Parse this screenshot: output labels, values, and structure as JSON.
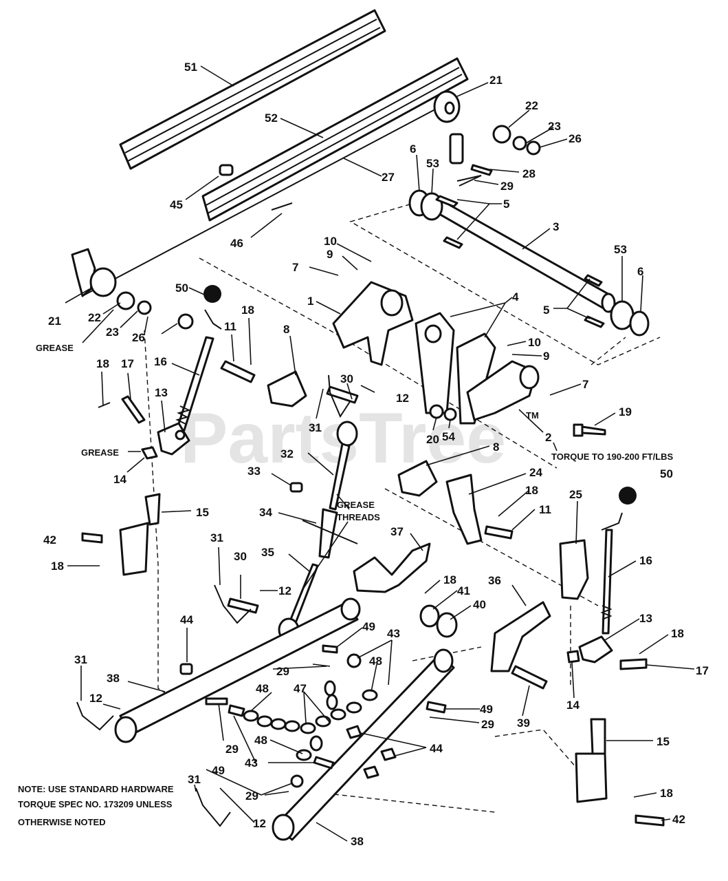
{
  "watermark": {
    "text": "PartsTree",
    "tm": "TM"
  },
  "callouts": {
    "c51": "51",
    "c52": "52",
    "c27": "27",
    "c45": "45",
    "c46": "46",
    "c21a": "21",
    "c22a": "22",
    "c23a": "23",
    "c26a": "26",
    "c28": "28",
    "c29a": "29",
    "c6a": "6",
    "c53a": "53",
    "c5a": "5",
    "c3": "3",
    "c53b": "53",
    "c6b": "6",
    "c5b": "5",
    "c10a": "10",
    "c9a": "9",
    "c7a": "7",
    "c1": "1",
    "c4": "4",
    "c10b": "10",
    "c9b": "9",
    "c7b": "7",
    "c2": "2",
    "c19": "19",
    "c21b": "21",
    "c22b": "22",
    "c23b": "23",
    "c26b": "26",
    "c50a": "50",
    "c18a": "18",
    "c11a": "11",
    "c8a": "8",
    "c16a": "16",
    "c18b": "18",
    "c17a": "17",
    "c13a": "13",
    "c14a": "14",
    "c15a": "15",
    "c42a": "42",
    "c18c": "18",
    "c30a": "30",
    "c12a": "12",
    "c31a": "31",
    "c20": "20",
    "c54": "54",
    "c8b": "8",
    "c32": "32",
    "c33": "33",
    "c34": "34",
    "c35": "35",
    "c24": "24",
    "c18d": "18",
    "c11b": "11",
    "c25": "25",
    "c50b": "50",
    "c16b": "16",
    "c37": "37",
    "c18e": "18",
    "c41": "41",
    "c40": "40",
    "c36": "36",
    "c13b": "13",
    "c18f": "18",
    "c17b": "17",
    "c14b": "14",
    "c39": "39",
    "c31b": "31",
    "c30b": "30",
    "c12b": "12",
    "c44a": "44",
    "c49a": "49",
    "c43a": "43",
    "c48a": "48",
    "c29b": "29",
    "c48b": "48",
    "c47": "47",
    "c38a": "38",
    "c31c": "31",
    "c12c": "12",
    "c48c": "48",
    "c29c": "29",
    "c43b": "43",
    "c49b": "49",
    "c29d": "29",
    "c44b": "44",
    "c49c": "49",
    "c29e": "29",
    "c31d": "31",
    "c12d": "12",
    "c38b": "38",
    "c15b": "15",
    "c18g": "18",
    "c42b": "42"
  },
  "annotations": {
    "grease_a": "GREASE",
    "grease_b": "GREASE",
    "grease_c": "GREASE",
    "threads": "THREADS",
    "torque": "TORQUE TO 190-200 FT/LBS"
  },
  "note": {
    "line1": "NOTE: USE STANDARD HARDWARE",
    "line2": "TORQUE SPEC NO. 173209 UNLESS",
    "line3": "OTHERWISE NOTED"
  }
}
